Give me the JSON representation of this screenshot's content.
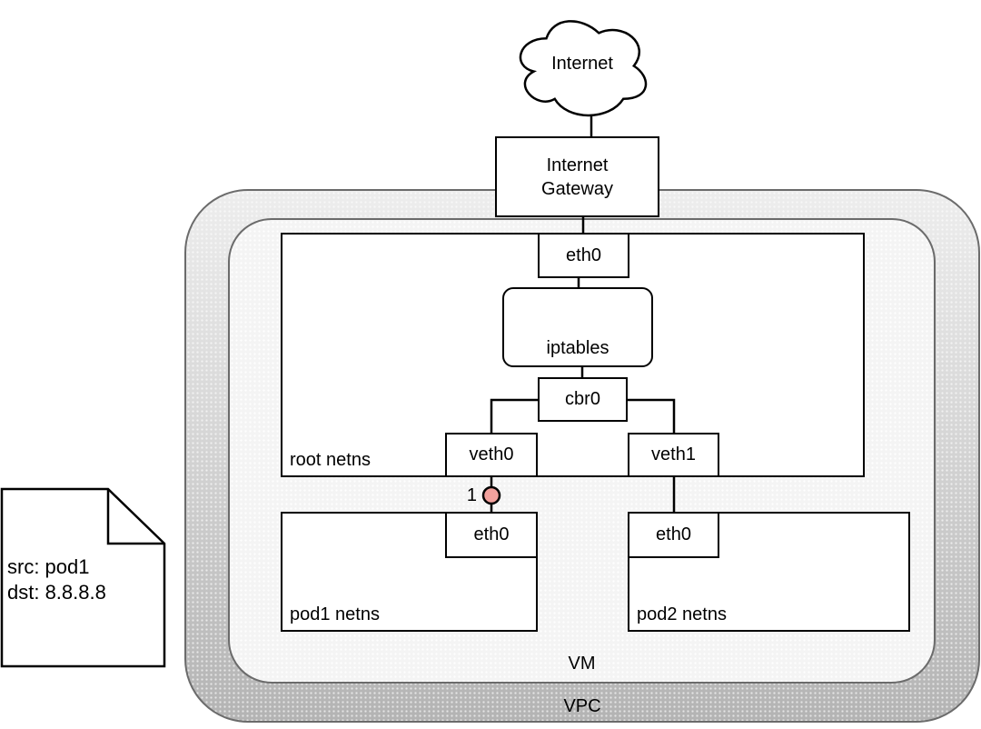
{
  "cloud": {
    "label": "Internet"
  },
  "gateway": {
    "line1": "Internet",
    "line2": "Gateway"
  },
  "vpc": {
    "label": "VPC"
  },
  "vm": {
    "label": "VM"
  },
  "root_netns": {
    "label": "root netns",
    "eth0": "eth0",
    "iptables": "iptables",
    "cbr0": "cbr0",
    "veth0": "veth0",
    "veth1": "veth1"
  },
  "pod1": {
    "label": "pod1 netns",
    "eth0": "eth0"
  },
  "pod2": {
    "label": "pod2 netns",
    "eth0": "eth0"
  },
  "marker": {
    "label": "1",
    "fill": "#f2a19d",
    "stroke": "#000000"
  },
  "note": {
    "line1": "src: pod1",
    "line2": "dst: 8.8.8.8"
  },
  "colors": {
    "container_border": "#6b6b6b",
    "box_border": "#000000",
    "vpc_fill_top": "#ededed",
    "vpc_fill_bottom": "#b3b3b3",
    "vm_fill": "#f4f4f4"
  }
}
